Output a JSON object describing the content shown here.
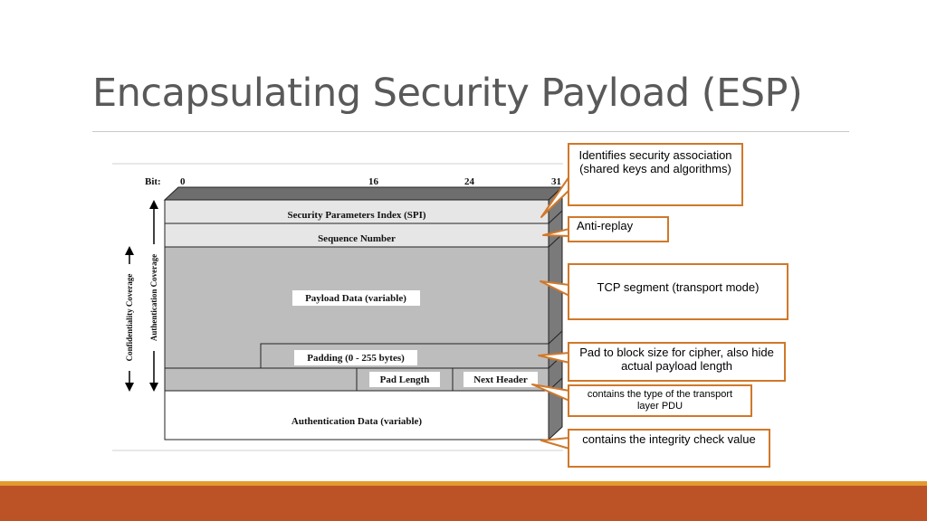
{
  "slide": {
    "title": "Encapsulating Security Payload (ESP)"
  },
  "diagram": {
    "bit_label": "Bit:",
    "bit_positions": [
      "0",
      "16",
      "24",
      "31"
    ],
    "fields": {
      "spi": "Security Parameters Index (SPI)",
      "sequence": "Sequence Number",
      "payload": "Payload Data (variable)",
      "padding": "Padding (0 - 255 bytes)",
      "pad_length": "Pad Length",
      "next_header": "Next Header",
      "auth_data": "Authentication Data (variable)"
    },
    "coverage": {
      "confidentiality": "Confidentiality Coverage",
      "authentication": "Authentication Coverage"
    }
  },
  "callouts": {
    "spi": "Identifies security association (shared keys and algorithms)",
    "anti_replay": "Anti-replay",
    "payload": "TCP segment (transport mode)",
    "padding": "Pad to block size for cipher, also hide actual payload length",
    "next_header": "contains the type of the transport layer PDU",
    "integrity": "contains the integrity check value"
  },
  "colors": {
    "accent_orange": "#d0782a",
    "footer_band": "#bb5327",
    "footer_thin": "#e39a2e",
    "light_field": "#e6e6e6",
    "gray_field": "#bdbdbd",
    "side_dark": "#7a7a7a"
  }
}
